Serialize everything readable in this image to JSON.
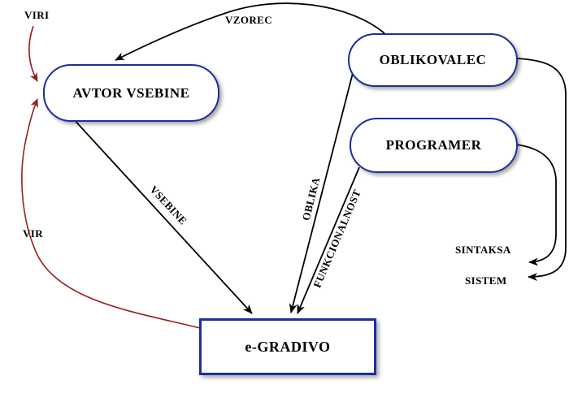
{
  "diagram": {
    "title": "e-gradivo roles diagram",
    "nodes": {
      "avtor_vsebine": {
        "label": "AVTOR VSEBINE"
      },
      "oblikovalec": {
        "label": "OBLIKOVALEC"
      },
      "programer": {
        "label": "PROGRAMER"
      },
      "e_gradivo": {
        "label": "e-GRADIVO"
      }
    },
    "edge_labels": {
      "viri": "VIRI",
      "vir": "VIR",
      "vzorec": "VZOREC",
      "vsebine": "VSEBINE",
      "oblika": "OBLIKA",
      "funkcionalnost": "FUNKCIONALNOST",
      "sintaksa": "SINTAKSA",
      "sistem": "SISTEM"
    },
    "edges": [
      {
        "from": "VIRI",
        "to": "AVTOR VSEBINE",
        "label": "",
        "color": "red"
      },
      {
        "from": "e-GRADIVO",
        "to": "AVTOR VSEBINE",
        "label": "VIR",
        "color": "red"
      },
      {
        "from": "OBLIKOVALEC",
        "to": "AVTOR VSEBINE",
        "label": "VZOREC",
        "color": "black"
      },
      {
        "from": "AVTOR VSEBINE",
        "to": "e-GRADIVO",
        "label": "VSEBINE",
        "color": "black"
      },
      {
        "from": "OBLIKOVALEC",
        "to": "e-GRADIVO",
        "label": "OBLIKA",
        "color": "black"
      },
      {
        "from": "PROGRAMER",
        "to": "e-GRADIVO",
        "label": "FUNKCIONALNOST",
        "color": "black"
      },
      {
        "from": "PROGRAMER",
        "to": "SINTAKSA",
        "label": "",
        "color": "black"
      },
      {
        "from": "OBLIKOVALEC",
        "to": "SISTEM",
        "label": "",
        "color": "black"
      }
    ],
    "colors": {
      "node_border": "#1b2f9e",
      "edge_black": "#000000",
      "edge_red": "#99201d",
      "background": "#ffffff"
    }
  }
}
